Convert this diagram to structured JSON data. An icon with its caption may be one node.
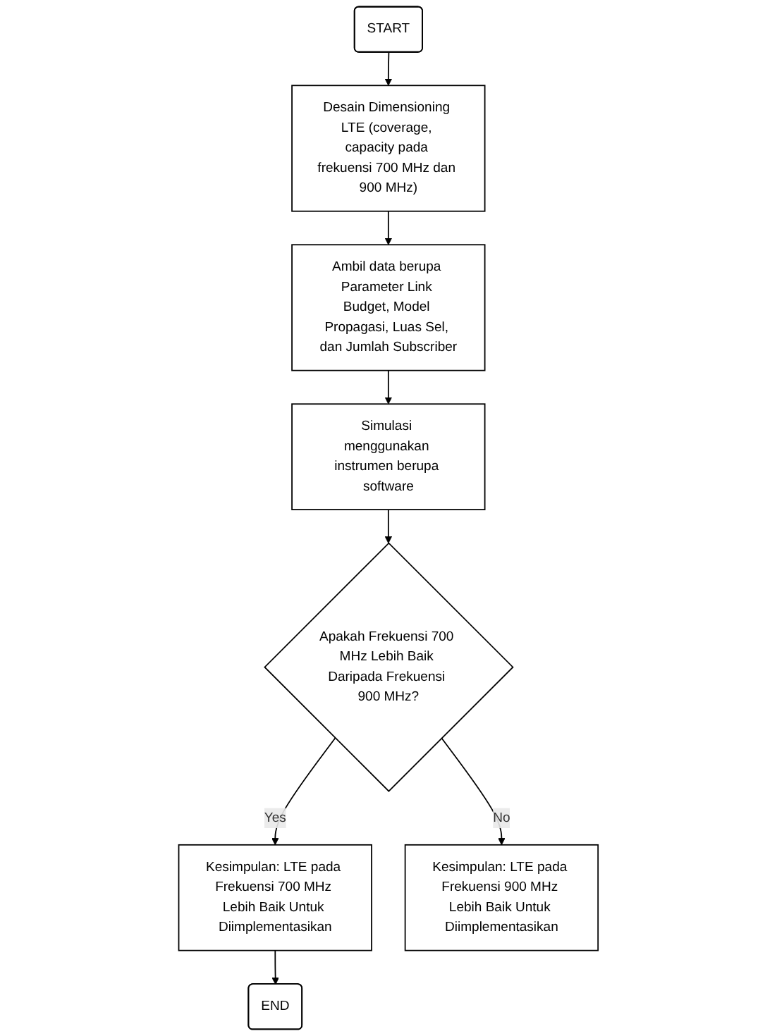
{
  "diagram": {
    "nodes": [
      {
        "text": [
          "START"
        ]
      },
      {
        "text": [
          "Desain Dimensioning LTE (coverage, capacity pada frekuensi 700 MHz dan 900 MHz)"
        ]
      },
      {
        "text": [
          "Ambil data berupa Parameter Link Budget, Model Propagasi, Luas Sel, dan Jumlah Subscriber"
        ]
      },
      {
        "text": [
          "Simulasi menggunakan instrumen berupa software"
        ]
      },
      {
        "text": [
          "Apakah Frekuensi 700 MHz Lebih Baik Daripada Frekuensi 900 MHz?"
        ]
      },
      {
        "text": [
          "Kesimpulan: LTE pada Frekuensi 700 MHz Lebih Baik Untuk Diimplementasikan"
        ]
      },
      {
        "text": [
          "END"
        ]
      },
      {
        "text": [
          "Kesimpulan: LTE pada Frekuensi 900 MHz Lebih Baik Untuk Diimplementasikan"
        ]
      }
    ],
    "edges": [
      {
        "from": 0,
        "to": 1,
        "arrow": "to"
      },
      {
        "from": 1,
        "to": 2,
        "arrow": "to"
      },
      {
        "from": 2,
        "to": 3,
        "arrow": "to"
      },
      {
        "from": 3,
        "to": 4,
        "arrow": "to"
      },
      {
        "from": 4,
        "to": 5,
        "arrow": "to",
        "label": "Yes"
      },
      {
        "from": 5,
        "to": 6,
        "arrow": "to"
      },
      {
        "from": 4,
        "to": 7,
        "arrow": "to",
        "label": "No"
      }
    ]
  }
}
